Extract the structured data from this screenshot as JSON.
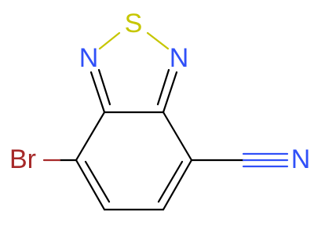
{
  "molecule": {
    "atoms": {
      "sulfur": "S",
      "nitrogen_left": "N",
      "nitrogen_right": "N",
      "bromine": "Br",
      "nitrile_nitrogen": "N"
    },
    "colors": {
      "bond": "#000000",
      "sulfur": "#c6c600",
      "nitrogen": "#3050f8",
      "bromine": "#a62929"
    }
  }
}
